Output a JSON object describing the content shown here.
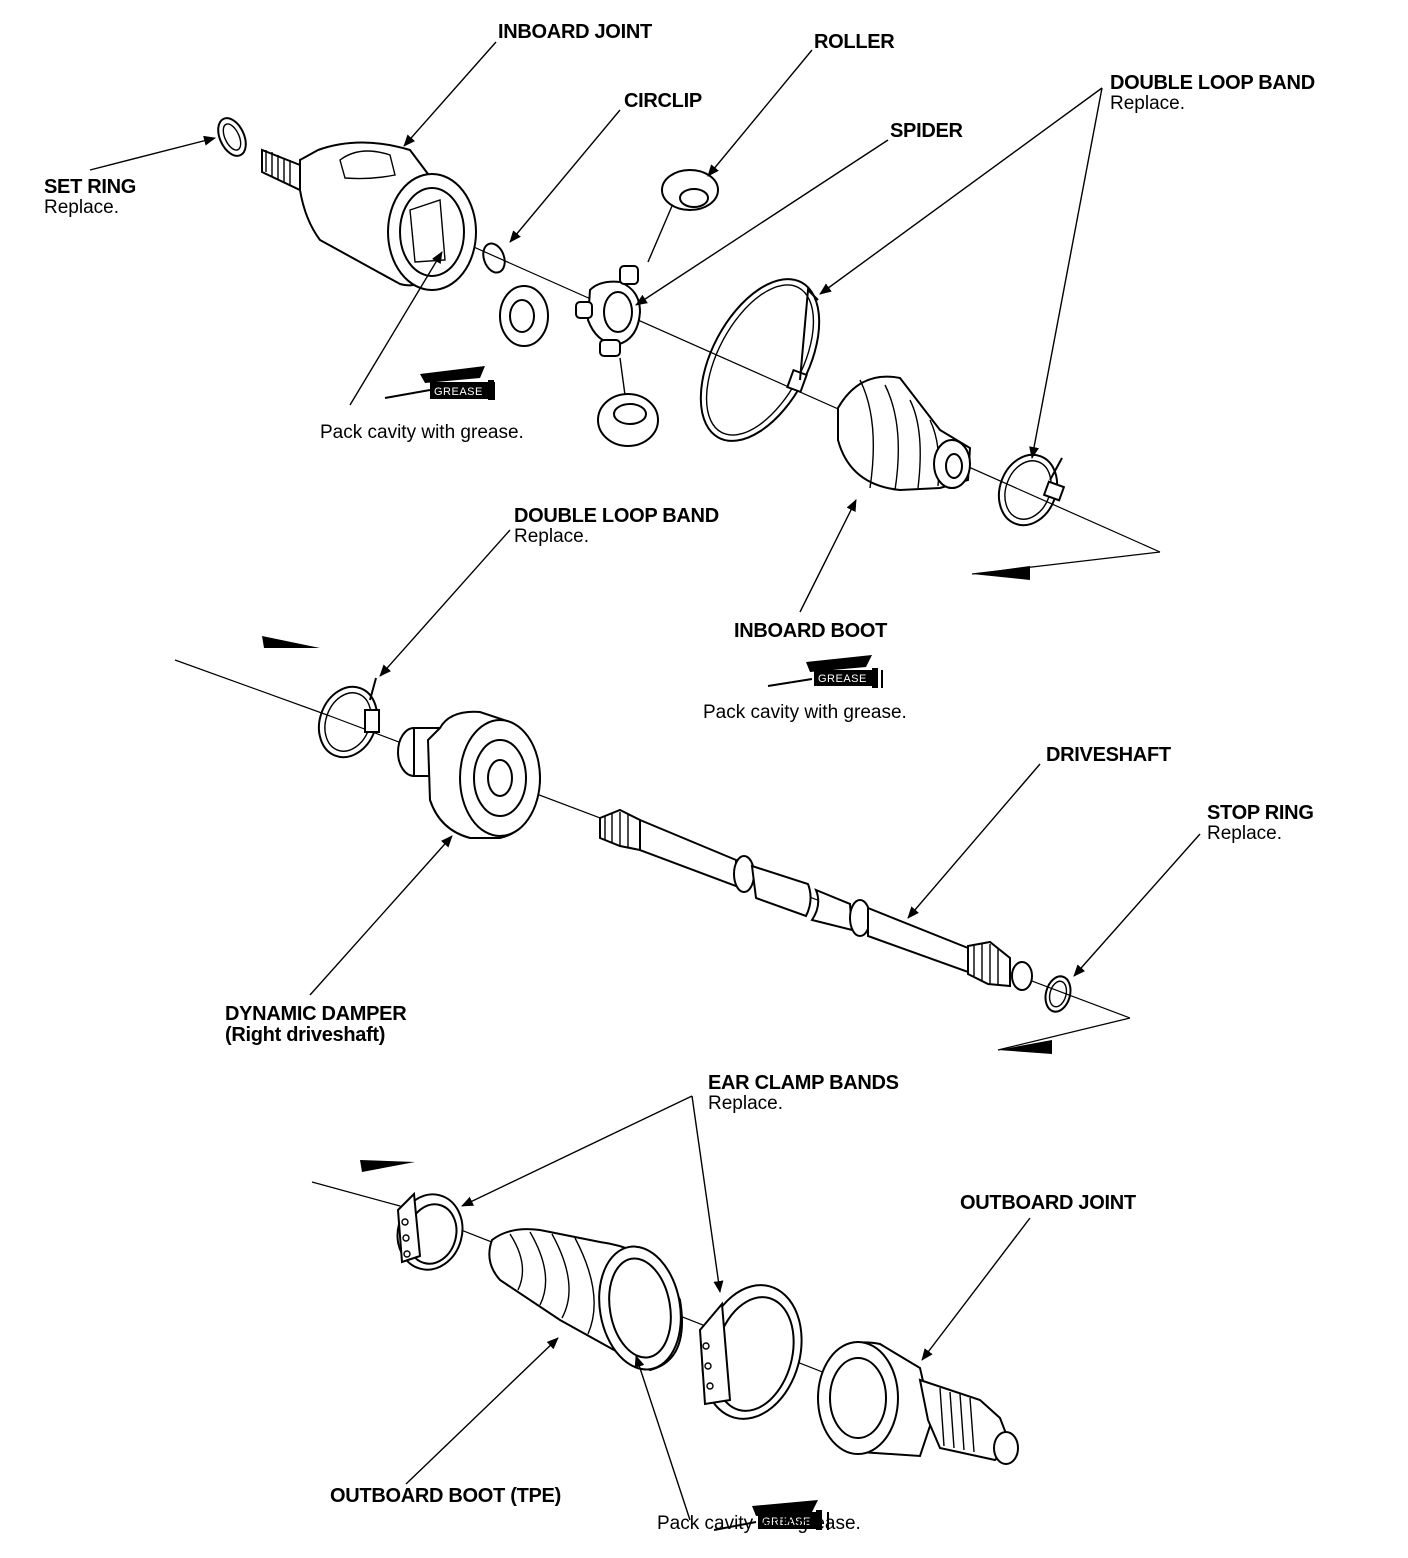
{
  "labels": {
    "inboard_joint": "INBOARD JOINT",
    "roller": "ROLLER",
    "circlip": "CIRCLIP",
    "spider": "SPIDER",
    "set_ring": {
      "title": "SET RING",
      "sub": "Replace."
    },
    "double_loop_band_top": {
      "title": "DOUBLE LOOP BAND",
      "sub": "Replace."
    },
    "double_loop_band_mid": {
      "title": "DOUBLE LOOP BAND",
      "sub": "Replace."
    },
    "inboard_boot": "INBOARD BOOT",
    "driveshaft": "DRIVESHAFT",
    "stop_ring": {
      "title": "STOP RING",
      "sub": "Replace."
    },
    "dynamic_damper": {
      "title": "DYNAMIC DAMPER",
      "sub": "(Right driveshaft)"
    },
    "ear_clamp_bands": {
      "title": "EAR CLAMP BANDS",
      "sub": "Replace."
    },
    "outboard_joint": "OUTBOARD JOINT",
    "outboard_boot": "OUTBOARD BOOT (TPE)"
  },
  "grease": {
    "tube_label": "GREASE",
    "note": "Pack cavity with grease."
  }
}
